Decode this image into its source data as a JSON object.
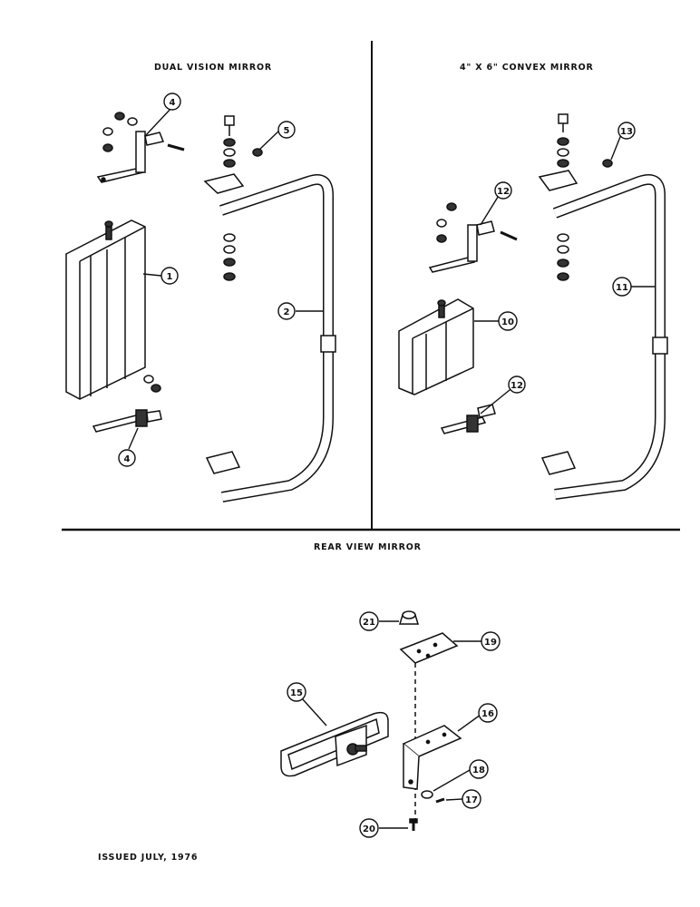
{
  "sections": {
    "dual_vision_title": "DUAL VISION MIRROR",
    "convex_title": "4\" X 6\" CONVEX MIRROR",
    "rear_view_title": "REAR VIEW MIRROR"
  },
  "footer": {
    "issued": "ISSUED JULY, 1976"
  },
  "callouts": {
    "c4a": "4",
    "c5": "5",
    "c1": "1",
    "c2": "2",
    "c4b": "4",
    "c12a": "12",
    "c13": "13",
    "c10": "10",
    "c11": "11",
    "c12b": "12",
    "c21": "21",
    "c19": "19",
    "c15": "15",
    "c16": "16",
    "c18": "18",
    "c17": "17",
    "c20": "20"
  }
}
